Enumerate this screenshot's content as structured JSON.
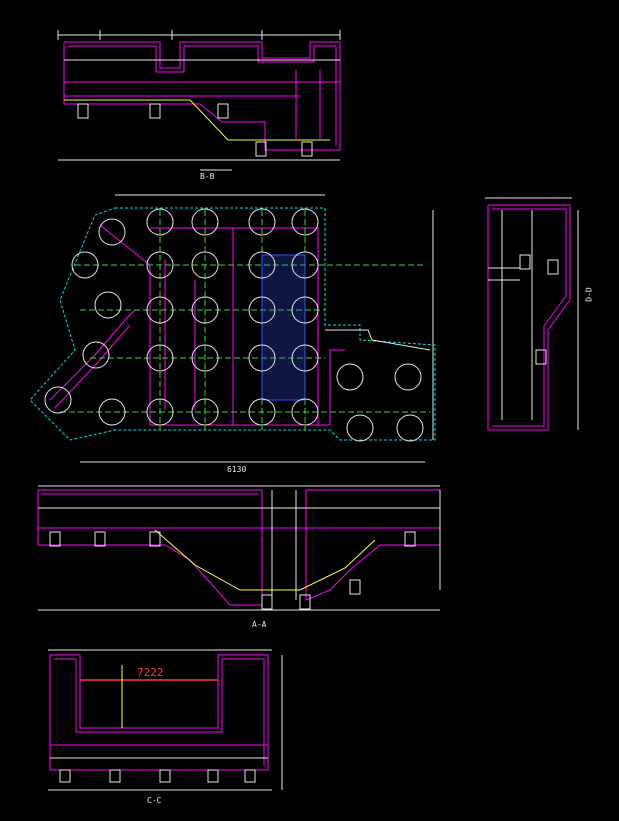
{
  "drawing": {
    "background": "#000000",
    "colors": {
      "wall": "#ff00ff",
      "dim": "#e8e8e8",
      "cyan": "#00e0e0",
      "yellow": "#ffff33",
      "green": "#33dd33",
      "blue": "#3355ff",
      "red": "#ff3b3b"
    },
    "labels": {
      "section_bb": "B-B",
      "section_aa": "A-A",
      "section_cc": "C-C",
      "section_dd": "D-D",
      "plan_dim": "6130",
      "cc_dim": "7222"
    }
  }
}
